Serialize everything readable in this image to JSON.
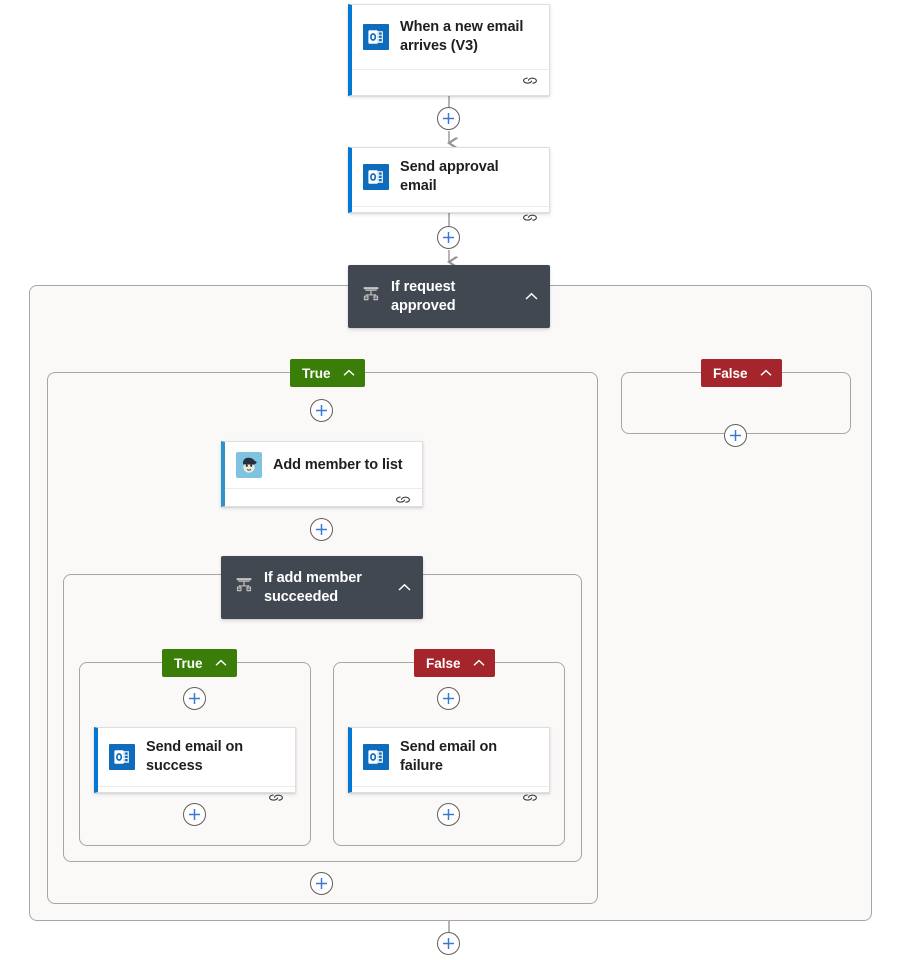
{
  "flow": {
    "nodes": [
      {
        "id": "trigger",
        "type": "action",
        "label": "When a new email arrives (V3)",
        "icon": "outlook-icon",
        "footer_icon": "link-icon",
        "accent": "#0078d4"
      },
      {
        "id": "send-approval",
        "type": "action",
        "label": "Send approval email",
        "icon": "outlook-icon",
        "footer_icon": "link-icon",
        "accent": "#0078d4"
      },
      {
        "id": "if-approved",
        "type": "condition",
        "label": "If request approved",
        "icon": "condition-icon",
        "collapse_icon": "chevron-up-icon"
      },
      {
        "id": "add-member",
        "type": "action",
        "label": "Add member to list",
        "icon": "mailchimp-icon",
        "footer_icon": "link-icon",
        "accent": "#2f93c8"
      },
      {
        "id": "if-added",
        "type": "condition",
        "label": "If add member succeeded",
        "icon": "condition-icon",
        "collapse_icon": "chevron-up-icon"
      },
      {
        "id": "email-success",
        "type": "action",
        "label": "Send email on success",
        "icon": "outlook-icon",
        "footer_icon": "link-icon",
        "accent": "#0078d4"
      },
      {
        "id": "email-failure",
        "type": "action",
        "label": "Send email on failure",
        "icon": "outlook-icon",
        "footer_icon": "link-icon",
        "accent": "#0078d4"
      }
    ],
    "branches": [
      {
        "id": "approved-true",
        "label": "True",
        "color": "#3a7d08",
        "collapse_icon": "chevron-up-icon"
      },
      {
        "id": "approved-false",
        "label": "False",
        "color": "#a4262c",
        "collapse_icon": "chevron-up-icon"
      },
      {
        "id": "added-true",
        "label": "True",
        "color": "#3a7d08",
        "collapse_icon": "chevron-up-icon"
      },
      {
        "id": "added-false",
        "label": "False",
        "color": "#a4262c",
        "collapse_icon": "chevron-up-icon"
      }
    ],
    "add_buttons": [
      {
        "id": "after-trigger",
        "icon": "plus-icon"
      },
      {
        "id": "after-send-approval",
        "icon": "plus-icon"
      },
      {
        "id": "approved-true-top",
        "icon": "plus-icon"
      },
      {
        "id": "approved-false-empty",
        "icon": "plus-icon"
      },
      {
        "id": "after-add-member",
        "icon": "plus-icon"
      },
      {
        "id": "added-true-top",
        "icon": "plus-icon"
      },
      {
        "id": "added-false-top",
        "icon": "plus-icon"
      },
      {
        "id": "added-true-bottom",
        "icon": "plus-icon"
      },
      {
        "id": "added-false-bottom",
        "icon": "plus-icon"
      },
      {
        "id": "approved-true-bottom",
        "icon": "plus-icon"
      },
      {
        "id": "after-if-approved",
        "icon": "plus-icon"
      }
    ],
    "colors": {
      "plus": "#3b7ad4",
      "connector": "#979593",
      "scope_bg": "#faf9f8",
      "scope_border": "#a8a6a4",
      "condition_bg": "#414852",
      "card_bg": "#ffffff"
    }
  }
}
